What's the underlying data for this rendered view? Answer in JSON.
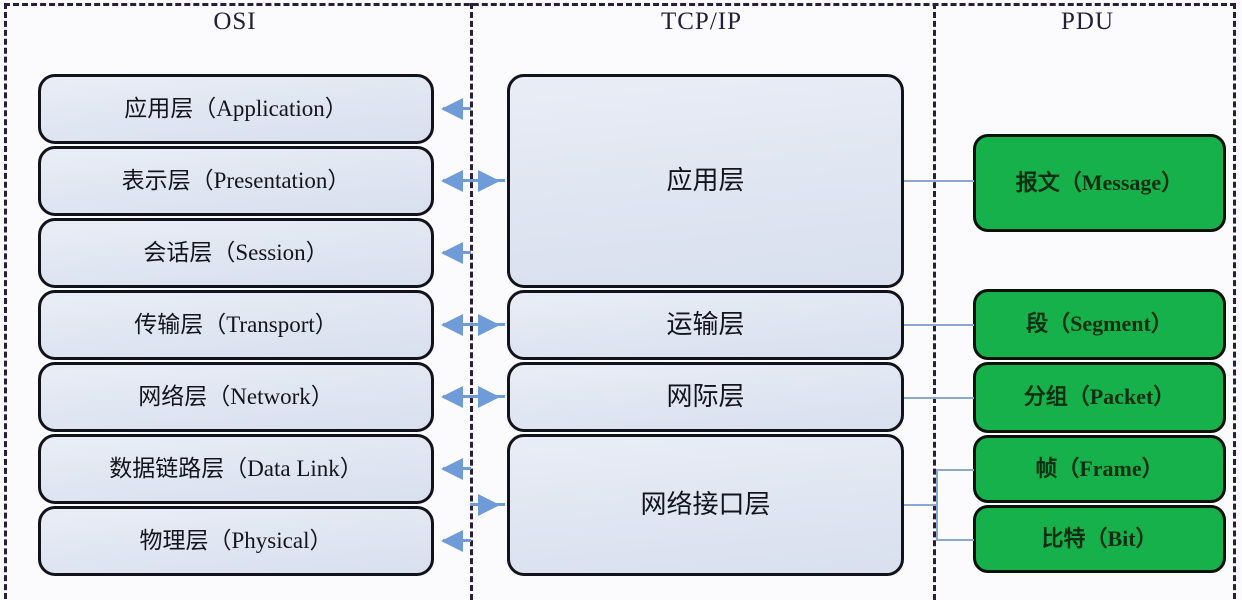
{
  "diagram": {
    "title": "OSI / TCP-IP Layer Model with PDU mapping",
    "colors": {
      "box_fill_blue": "#dfe5f1",
      "box_border_dark": "#12121c",
      "pdu_green": "#16b14a",
      "pdu_border": "#07130a",
      "arrow_blue": "#6f9bd8",
      "connector_blue": "#8aa8d4",
      "dashed_divider": "#2b1e3d",
      "canvas_bg": "#fbfbfd"
    }
  },
  "columns": {
    "osi": {
      "header": "OSI"
    },
    "tcpip": {
      "header": "TCP/IP"
    },
    "pdu": {
      "header": "PDU"
    }
  },
  "osi_layers": [
    {
      "id": "application",
      "label": "应用层（Application）"
    },
    {
      "id": "presentation",
      "label": "表示层（Presentation）"
    },
    {
      "id": "session",
      "label": "会话层（Session）"
    },
    {
      "id": "transport",
      "label": "传输层（Transport）"
    },
    {
      "id": "network",
      "label": "网络层（Network）"
    },
    {
      "id": "data-link",
      "label": "数据链路层（Data Link）"
    },
    {
      "id": "physical",
      "label": "物理层（Physical）"
    }
  ],
  "tcpip_layers": [
    {
      "id": "application",
      "label": "应用层"
    },
    {
      "id": "transport",
      "label": "运输层"
    },
    {
      "id": "internet",
      "label": "网际层"
    },
    {
      "id": "network-interface",
      "label": "网络接口层"
    }
  ],
  "pdu_units": [
    {
      "id": "message",
      "label": "报文（Message）"
    },
    {
      "id": "segment",
      "label": "段（Segment）"
    },
    {
      "id": "packet",
      "label": "分组（Packet）"
    },
    {
      "id": "frame",
      "label": "帧（Frame）"
    },
    {
      "id": "bit",
      "label": "比特（Bit）"
    }
  ],
  "arrow_rows": [
    {
      "row": "application",
      "left": true,
      "right": false
    },
    {
      "row": "presentation",
      "left": true,
      "right": true
    },
    {
      "row": "session",
      "left": true,
      "right": false
    },
    {
      "row": "transport",
      "left": true,
      "right": true
    },
    {
      "row": "network",
      "left": true,
      "right": true
    },
    {
      "row": "data-link",
      "left": true,
      "right": false
    },
    {
      "row": "data-link-lower",
      "left": false,
      "right": true
    },
    {
      "row": "physical",
      "left": true,
      "right": false
    }
  ],
  "pdu_connections": [
    {
      "from": "tcpip-application",
      "to": "message"
    },
    {
      "from": "tcpip-transport",
      "to": "segment"
    },
    {
      "from": "tcpip-internet",
      "to": "packet"
    },
    {
      "from": "tcpip-network-interface",
      "to": "frame"
    },
    {
      "from": "tcpip-network-interface",
      "to": "bit"
    }
  ]
}
